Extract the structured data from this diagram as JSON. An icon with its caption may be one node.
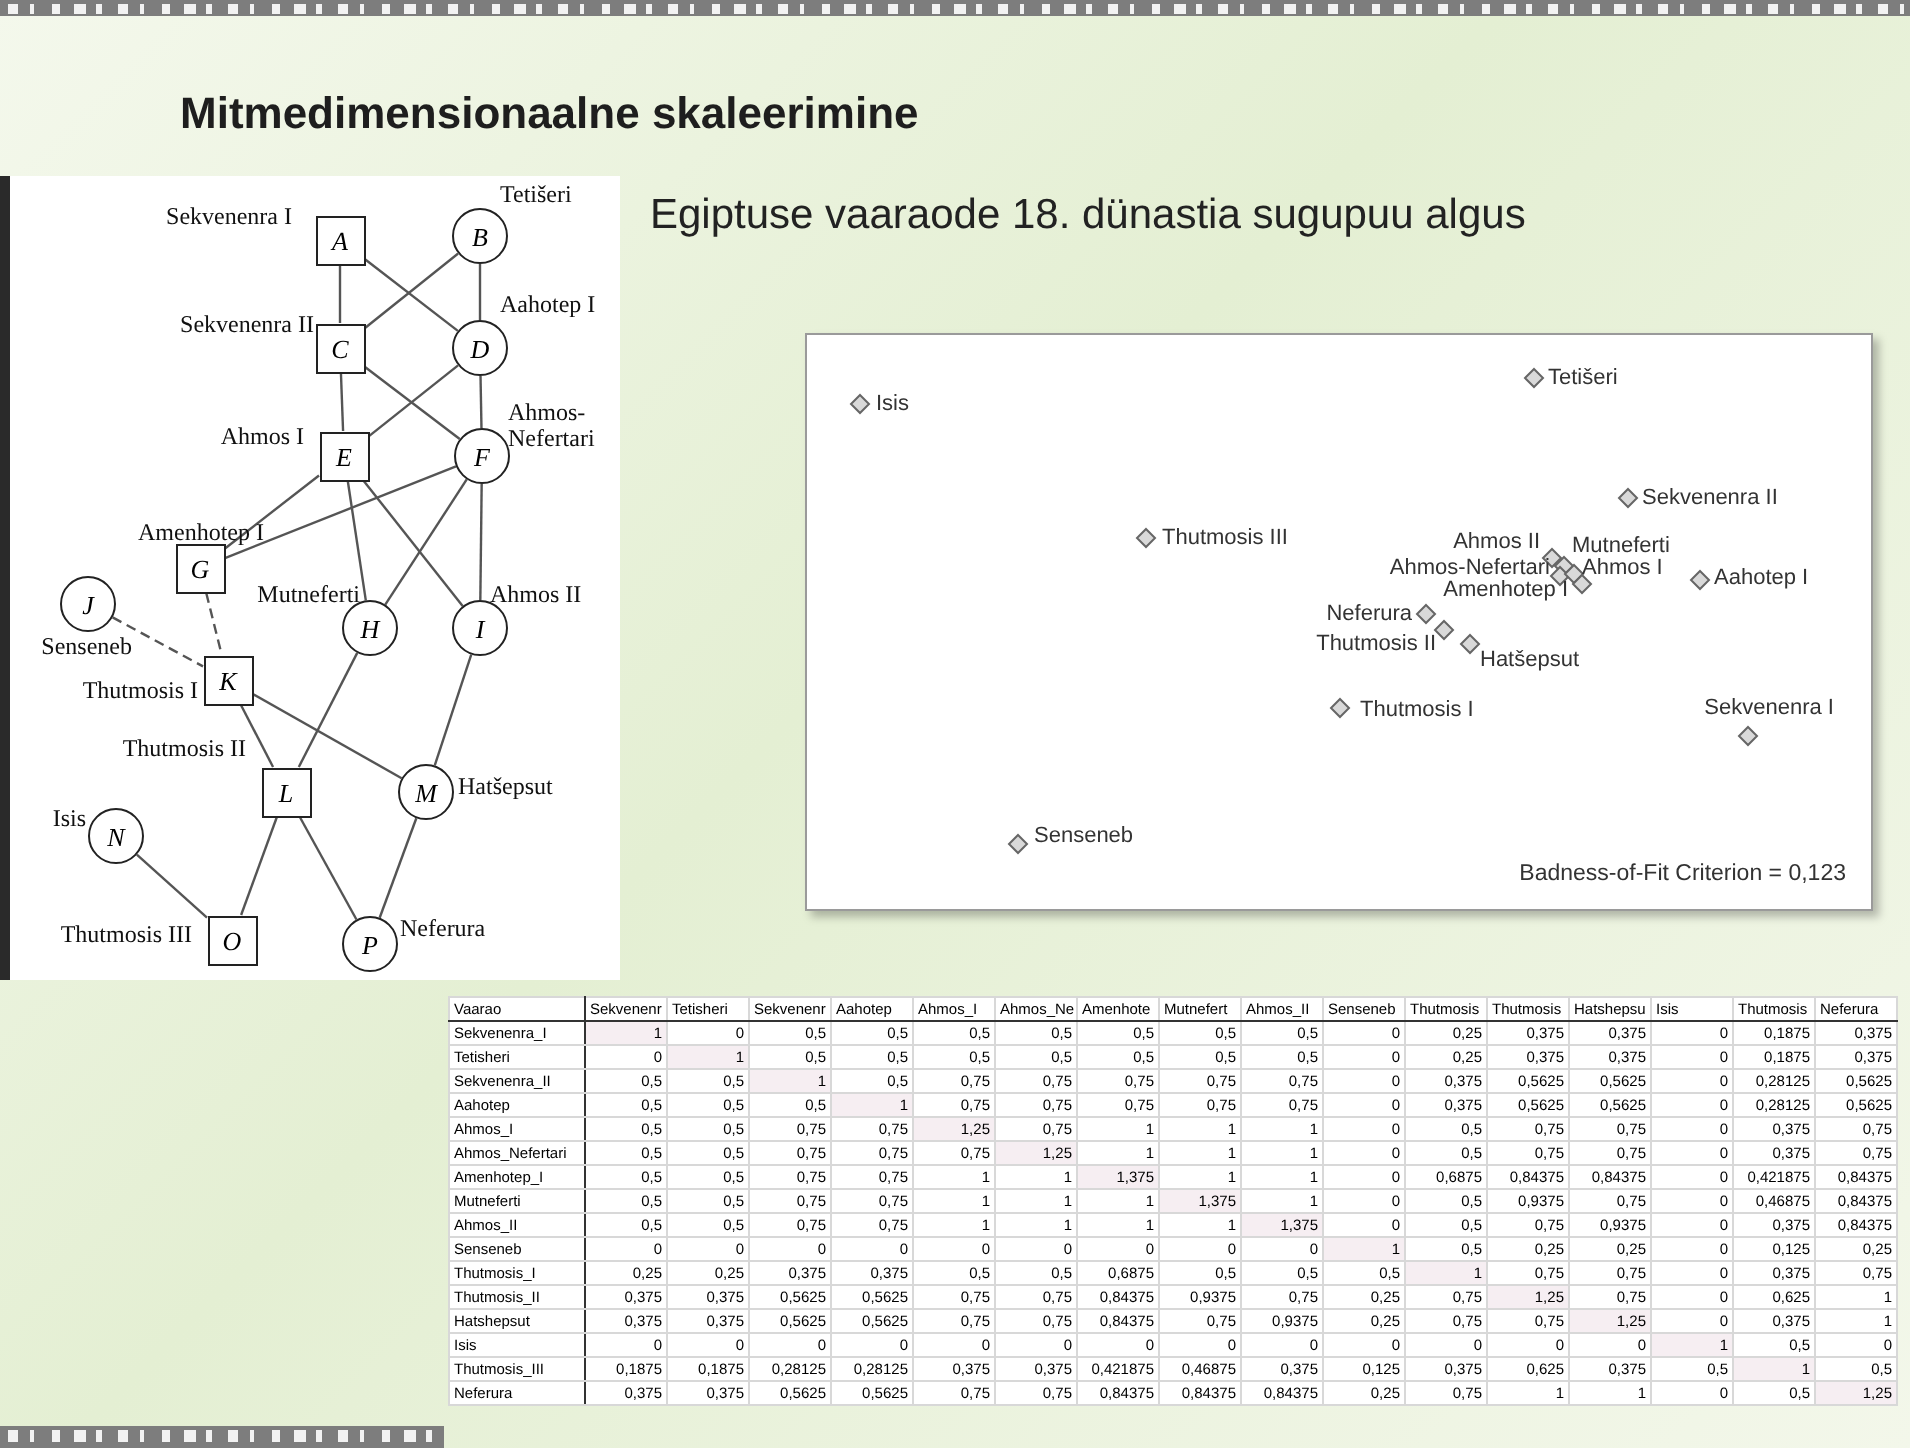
{
  "diagram": {
    "title": "Mitmedimensionaalne skaleerimine",
    "nodes": [
      {
        "text": [
          "A"
        ],
        "beside": [
          "Sekvenenra I"
        ]
      },
      {
        "text": [
          "B"
        ],
        "beside": [
          "Tetišeri"
        ]
      },
      {
        "text": [
          "C"
        ],
        "beside": [
          "Sekvenenra II"
        ]
      },
      {
        "text": [
          "D"
        ],
        "beside": [
          "Aahotep I"
        ]
      },
      {
        "text": [
          "E"
        ],
        "beside": [
          "Ahmos I"
        ]
      },
      {
        "text": [
          "F"
        ],
        "beside": [
          "Ahmos-Nefertari"
        ]
      },
      {
        "text": [
          "G"
        ],
        "beside": [
          "Amenhotep I"
        ]
      },
      {
        "text": [
          "H"
        ],
        "beside": [
          "Mutneferti"
        ]
      },
      {
        "text": [
          "I"
        ],
        "beside": [
          "Ahmos II"
        ]
      },
      {
        "text": [
          "J"
        ],
        "beside": [
          "Senseneb"
        ]
      },
      {
        "text": [
          "K"
        ],
        "beside": [
          "Thutmosis I"
        ]
      },
      {
        "text": [
          "L"
        ],
        "beside": [
          "Thutmosis II"
        ]
      },
      {
        "text": [
          "M"
        ],
        "beside": [
          "Hatšepsut"
        ]
      },
      {
        "text": [
          "N"
        ],
        "beside": [
          "Isis"
        ]
      },
      {
        "text": [
          "O"
        ],
        "beside": [
          "Thutmosis III"
        ]
      },
      {
        "text": [
          "P"
        ],
        "beside": [
          "Neferura"
        ]
      }
    ],
    "edges": [
      {
        "from": 0,
        "to": 2,
        "arrow": "none"
      },
      {
        "from": 0,
        "to": 3,
        "arrow": "none"
      },
      {
        "from": 1,
        "to": 2,
        "arrow": "none"
      },
      {
        "from": 1,
        "to": 3,
        "arrow": "none"
      },
      {
        "from": 2,
        "to": 4,
        "arrow": "none"
      },
      {
        "from": 2,
        "to": 5,
        "arrow": "none"
      },
      {
        "from": 3,
        "to": 4,
        "arrow": "none"
      },
      {
        "from": 3,
        "to": 5,
        "arrow": "none"
      },
      {
        "from": 4,
        "to": 6,
        "arrow": "none"
      },
      {
        "from": 5,
        "to": 6,
        "arrow": "none"
      },
      {
        "from": 4,
        "to": 7,
        "arrow": "none"
      },
      {
        "from": 5,
        "to": 7,
        "arrow": "none"
      },
      {
        "from": 4,
        "to": 8,
        "arrow": "none"
      },
      {
        "from": 5,
        "to": 8,
        "arrow": "none"
      },
      {
        "from": 6,
        "to": 10,
        "arrow": "none",
        "style": "dashed"
      },
      {
        "from": 9,
        "to": 10,
        "arrow": "none",
        "style": "dashed"
      },
      {
        "from": 10,
        "to": 11,
        "arrow": "none"
      },
      {
        "from": 7,
        "to": 11,
        "arrow": "none"
      },
      {
        "from": 10,
        "to": 12,
        "arrow": "none"
      },
      {
        "from": 8,
        "to": 12,
        "arrow": "none"
      },
      {
        "from": 11,
        "to": 14,
        "arrow": "none"
      },
      {
        "from": 13,
        "to": 14,
        "arrow": "none"
      },
      {
        "from": 11,
        "to": 15,
        "arrow": "none"
      },
      {
        "from": 12,
        "to": 15,
        "arrow": "none"
      }
    ],
    "labels": [
      "Egiptuse vaaraode 18. dünastia sugupuu algus",
      "Tetišeri",
      "Isis",
      "Sekvenenra II",
      "Thutmosis III",
      "Ahmos II",
      "Mutneferti",
      "Ahmos-Nefertari",
      "Ahmos I",
      "Amenhotep I",
      "Aahotep I",
      "Neferura",
      "Thutmosis II",
      "Hatšepsut",
      "Thutmosis I",
      "Sekvenenra I",
      "Senseneb",
      "Badness-of-Fit Criterion = 0,123",
      "Vaarao",
      "Sekvenenr",
      "Tetisheri",
      "Sekvenenr",
      "Aahotep",
      "Ahmos_I",
      "Ahmos_Ne",
      "Amenhote",
      "Mutnefert",
      "Ahmos_II",
      "Senseneb",
      "Thutmosis",
      "Thutmosis",
      "Hatshepsu",
      "Isis",
      "Thutmosis",
      "Neferura",
      "Sekvenenra_I",
      "1",
      "0",
      "0,5",
      "0,5",
      "0,5",
      "0,5",
      "0,5",
      "0,5",
      "0,5",
      "0",
      "0,25",
      "0,375",
      "0,375",
      "0",
      "0,1875",
      "0,375",
      "Tetisheri",
      "0",
      "1",
      "0,5",
      "0,5",
      "0,5",
      "0,5",
      "0,5",
      "0,5",
      "0,5",
      "0",
      "0,25",
      "0,375",
      "0,375",
      "0",
      "0,1875",
      "0,375",
      "Sekvenenra_II",
      "0,5",
      "0,5",
      "1",
      "0,5",
      "0,75",
      "0,75",
      "0,75",
      "0,75",
      "0,75",
      "0",
      "0,375",
      "0,5625",
      "0,5625",
      "0",
      "0,28125",
      "0,5625",
      "Aahotep",
      "0,5",
      "0,5",
      "0,5",
      "1",
      "0,75",
      "0,75",
      "0,75",
      "0,75",
      "0,75",
      "0",
      "0,375",
      "0,5625",
      "0,5625",
      "0",
      "0,28125",
      "0,5625",
      "Ahmos_I",
      "0,5",
      "0,5",
      "0,75",
      "0,75",
      "1,25",
      "0,75",
      "1",
      "1",
      "1",
      "0",
      "0,5",
      "0,75",
      "0,75",
      "0",
      "0,375",
      "0,75",
      "Ahmos_Nefertari",
      "0,5",
      "0,5",
      "0,75",
      "0,75",
      "0,75",
      "1,25",
      "1",
      "1",
      "1",
      "0",
      "0,5",
      "0,75",
      "0,75",
      "0",
      "0,375",
      "0,75",
      "Amenhotep_I",
      "0,5",
      "0,5",
      "0,75",
      "0,75",
      "1",
      "1",
      "1,375",
      "1",
      "1",
      "0",
      "0,6875",
      "0,84375",
      "0,84375",
      "0",
      "0,421875",
      "0,84375",
      "Mutneferti",
      "0,5",
      "0,5",
      "0,75",
      "0,75",
      "1",
      "1",
      "1",
      "1,375",
      "1",
      "0",
      "0,5",
      "0,9375",
      "0,75",
      "0",
      "0,46875",
      "0,84375",
      "Ahmos_II",
      "0,5",
      "0,5",
      "0,75",
      "0,75",
      "1",
      "1",
      "1",
      "1",
      "1,375",
      "0",
      "0,5",
      "0,75",
      "0,9375",
      "0",
      "0,375",
      "0,84375",
      "Senseneb",
      "0",
      "0",
      "0",
      "0",
      "0",
      "0",
      "0",
      "0",
      "0",
      "1",
      "0,5",
      "0,25",
      "0,25",
      "0",
      "0,125",
      "0,25",
      "Thutmosis_I",
      "0,25",
      "0,25",
      "0,375",
      "0,375",
      "0,5",
      "0,5",
      "0,6875",
      "0,5",
      "0,5",
      "0,5",
      "1",
      "0,75",
      "0,75",
      "0",
      "0,375",
      "0,75",
      "Thutmosis_II",
      "0,375",
      "0,375",
      "0,5625",
      "0,5625",
      "0,75",
      "0,75",
      "0,84375",
      "0,9375",
      "0,75",
      "0,25",
      "0,75",
      "1,25",
      "0,75",
      "0",
      "0,625",
      "1",
      "Hatshepsut",
      "0,375",
      "0,375",
      "0,5625",
      "0,5625",
      "0,75",
      "0,75",
      "0,84375",
      "0,75",
      "0,9375",
      "0,25",
      "0,75",
      "0,75",
      "1,25",
      "0",
      "0,375",
      "1",
      "Isis",
      "0",
      "0",
      "0",
      "0",
      "0",
      "0",
      "0",
      "0",
      "0",
      "0",
      "0",
      "0",
      "0",
      "1",
      "0,5",
      "0",
      "Thutmosis_III",
      "0,1875",
      "0,1875",
      "0,28125",
      "0,28125",
      "0,375",
      "0,375",
      "0,421875",
      "0,46875",
      "0,375",
      "0,125",
      "0,375",
      "0,625",
      "0,375",
      "0,5",
      "1",
      "0,5",
      "Neferura",
      "0,375",
      "0,375",
      "0,5625",
      "0,5625",
      "0,75",
      "0,75",
      "0,84375",
      "0,84375",
      "0,84375",
      "0,25",
      "0,75",
      "1",
      "1",
      "0",
      "0,5",
      "1,25"
    ]
  }
}
